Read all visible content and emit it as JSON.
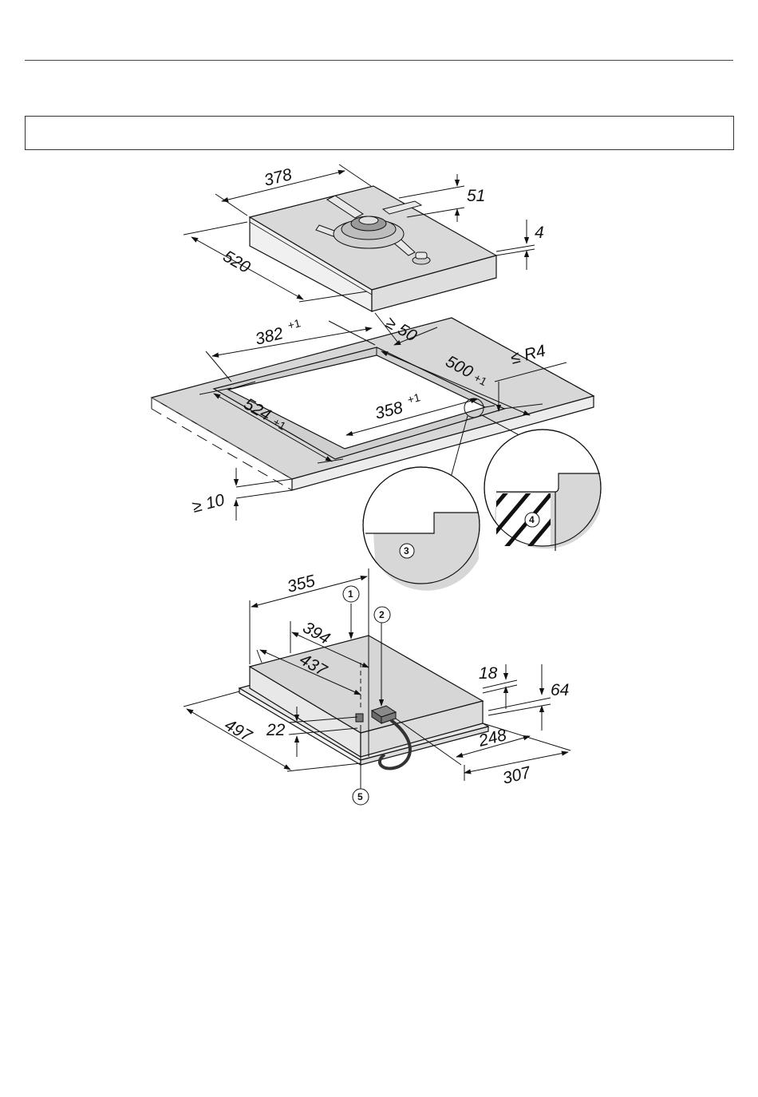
{
  "header": {
    "box_text": ""
  },
  "hob": {
    "width": "378",
    "depth": "520",
    "height_above": "51",
    "glass": "4"
  },
  "cutout": {
    "width": "382",
    "width_tol": "+1",
    "depth": "500",
    "depth_tol": "+1",
    "inner_width": "358",
    "inner_width_tol": "+1",
    "inner_depth": "524",
    "inner_depth_tol": "+1",
    "rear_clearance": "≥ 50",
    "radius": "≤ R4",
    "min_worktop": "≥ 10"
  },
  "underside": {
    "width": "355",
    "d394": "394",
    "d437": "437",
    "depth": "497",
    "d22": "22",
    "d18": "18",
    "d64": "64",
    "d248": "248",
    "d307": "307"
  },
  "callouts": [
    "1",
    "2",
    "3",
    "4",
    "5"
  ],
  "colors": {
    "surface": "#d7d7d7",
    "glass": "#ececec",
    "line": "#111111",
    "cable": "#333333"
  }
}
